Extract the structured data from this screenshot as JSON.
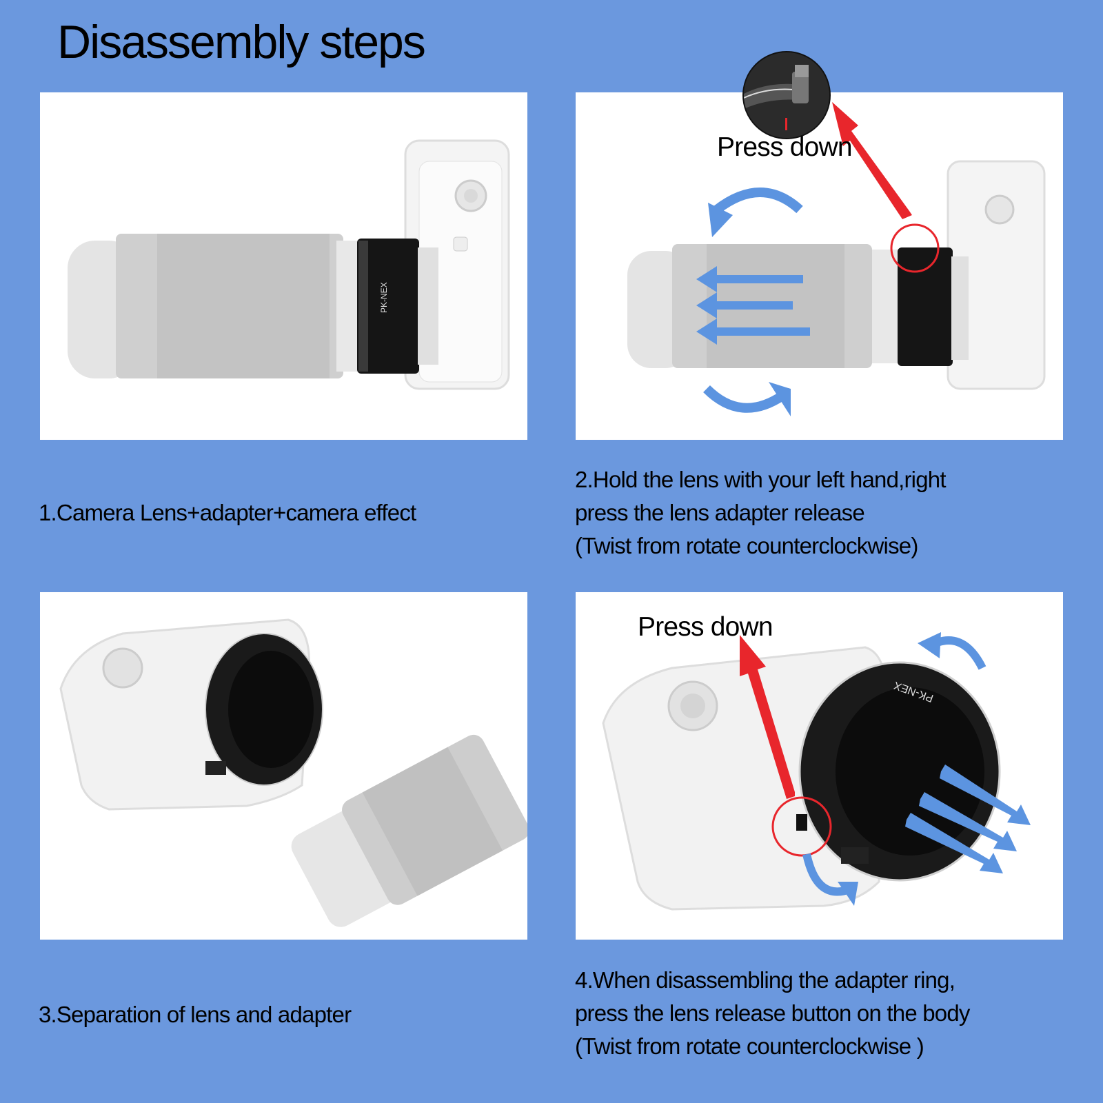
{
  "title": "Disassembly steps",
  "steps": [
    {
      "caption_lines": [
        "1.Camera Lens+adapter+camera effect"
      ]
    },
    {
      "caption_lines": [
        "2.Hold the lens with your left hand,right",
        "press the lens adapter release",
        "(Twist from rotate counterclockwise)"
      ],
      "label": "Press down"
    },
    {
      "caption_lines": [
        "3.Separation of lens and adapter"
      ]
    },
    {
      "caption_lines": [
        "4.When disassembling the adapter ring,",
        "press the lens release button on the body",
        "(Twist from rotate counterclockwise )"
      ],
      "label": "Press down"
    }
  ],
  "adapter_marking": "PK-NEX",
  "colors": {
    "background": "#6b98de",
    "arrow_red": "#e8262c",
    "arrow_blue": "#5c94e0"
  }
}
